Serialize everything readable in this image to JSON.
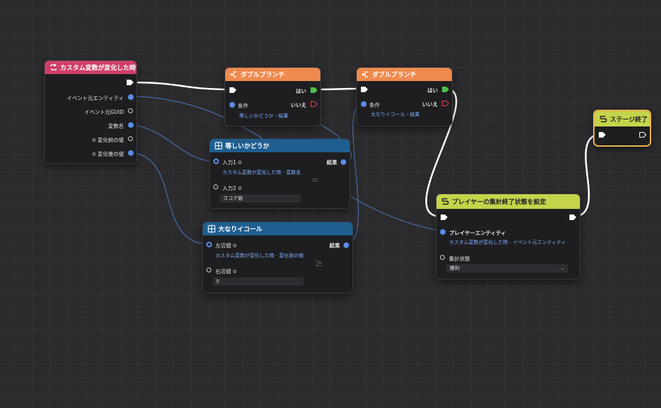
{
  "nodes": {
    "custom_var_changed": {
      "title": "カスタム変数が変化した時",
      "outputs": {
        "source_entity": "イベント元エンティティ",
        "source_guid": "イベント元GUID",
        "var_name": "変数名",
        "before_value": "変化前の値",
        "after_value": "変化後の値"
      }
    },
    "double_branch_1": {
      "title": "ダブルブランチ",
      "yes": "はい",
      "no": "いいえ",
      "condition": "条件",
      "condition_link": "等しいかどうか - 結果"
    },
    "double_branch_2": {
      "title": "ダブルブランチ",
      "yes": "はい",
      "no": "いいえ",
      "condition": "条件",
      "condition_link": "大なりイコール - 結果"
    },
    "stage_end": {
      "title": "ステージ終了"
    },
    "equals": {
      "title": "等しいかどうか",
      "input1": "入力1",
      "input1_link": "カスタム変数が変化した時 - 変数名",
      "input2": "入力2",
      "input2_value": "スコア値",
      "result": "結果",
      "operator": "="
    },
    "gte": {
      "title": "大なりイコール",
      "left": "左辺値",
      "left_link": "カスタム変数が変化した時 - 変化後の値",
      "right": "右辺値",
      "right_value": "5",
      "result": "結果",
      "operator": "≥"
    },
    "set_player_state": {
      "title": "プレイヤーの集計終了状態を設定",
      "player_entity": "プレイヤーエンティティ",
      "player_entity_link": "カスタム変数が変化した時 - イベント元エンティティ",
      "tally_state": "集計状態",
      "tally_value": "勝利"
    }
  },
  "colors": {
    "background": "#2b2b2e",
    "event_header": "#cf3f6a",
    "branch_header": "#ee8a4e",
    "math_header": "#1e5f90",
    "action_header": "#c5d44a",
    "data_pin": "#5a8de8",
    "yes_pin": "#4cc24c",
    "no_pin": "#e5484d",
    "selection": "#e7b44a"
  },
  "icons": [
    "loop-icon",
    "branch-icon",
    "calc-icon",
    "script-icon",
    "gear-icon",
    "dropdown-arrow-icon"
  ]
}
